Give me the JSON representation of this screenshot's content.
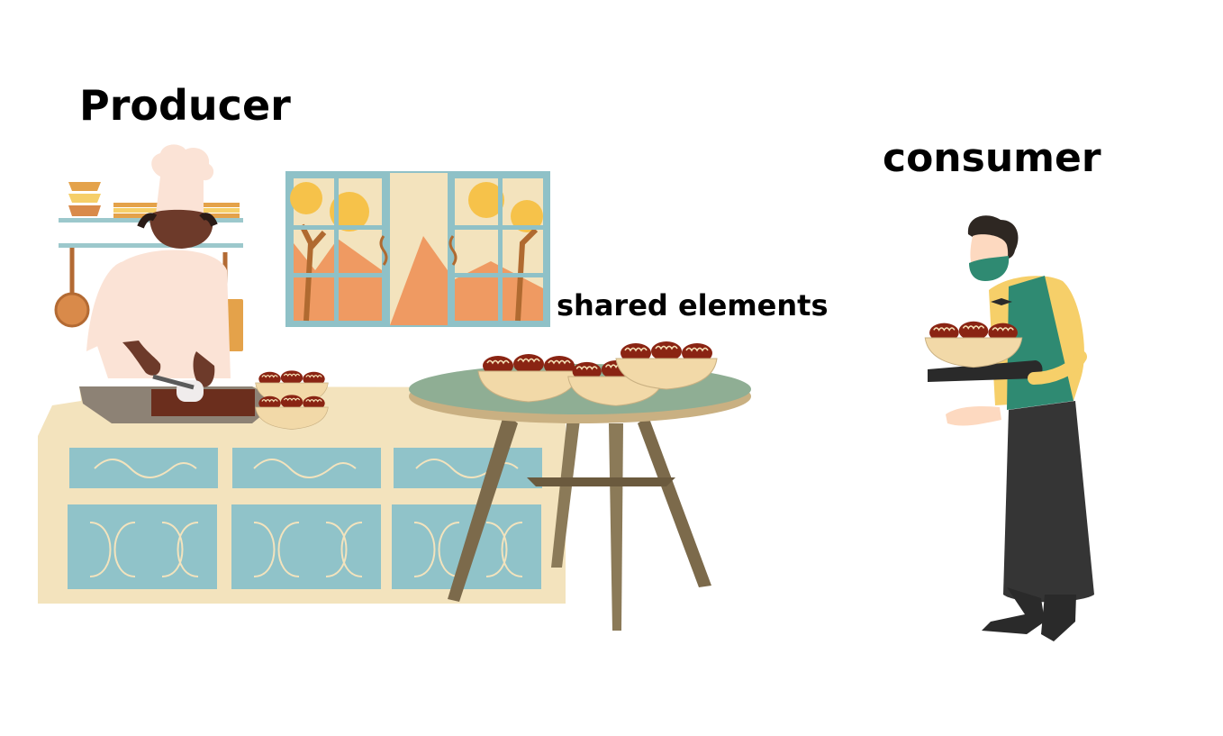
{
  "labels": {
    "producer": "Producer",
    "consumer": "consumer",
    "shared": "shared elements"
  },
  "icons": [
    "chef-icon",
    "kitchen-counter-icon",
    "window-icon",
    "round-table-icon",
    "takoyaki-bowl-icon",
    "waiter-icon"
  ],
  "colors": {
    "counter": "#f3e3bd",
    "cabinet": "#90c3c9",
    "window_frame": "#8fc1c7",
    "table_top": "#8fae94",
    "table_legs": "#7c6a4b",
    "takoyaki": "#8a2413",
    "bowl": "#f2d9a8",
    "apron": "#353535",
    "vest": "#2f8a72",
    "shirt": "#f6cf69",
    "chef_coat": "#fbe3d6",
    "skin_dark": "#6d3a2a",
    "pan": "#d98a4a"
  }
}
